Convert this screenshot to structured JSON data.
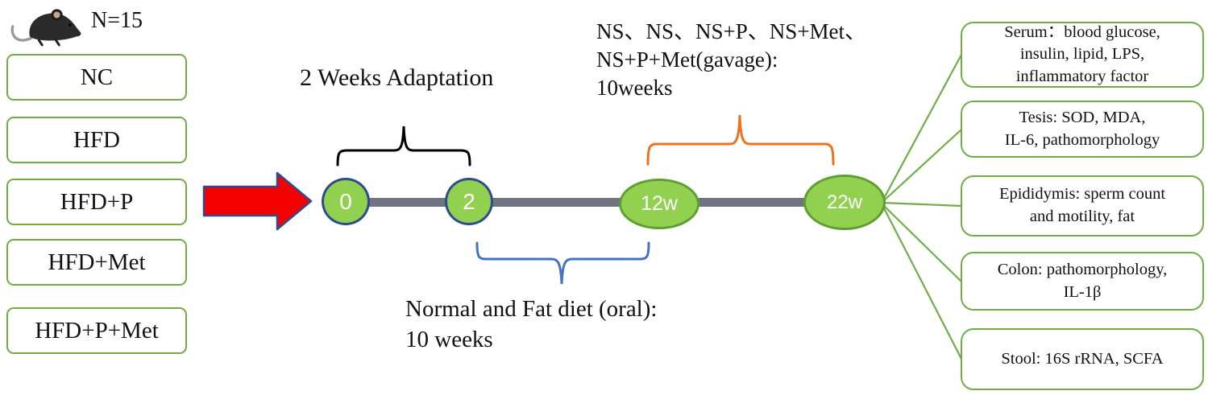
{
  "figure": {
    "sample_size": "N=15",
    "groups": [
      "NC",
      "HFD",
      "HFD+P",
      "HFD+Met",
      "HFD+P+Met"
    ],
    "timeline": {
      "nodes": [
        "0",
        "2",
        "12w",
        "22w"
      ],
      "adaptation_label": "2 Weeks Adaptation",
      "gavage_label": "NS、NS、NS+P、NS+Met、\nNS+P+Met(gavage):\n10weeks",
      "diet_label": "Normal and Fat diet (oral):\n10 weeks"
    },
    "outcomes": [
      "Serum：blood glucose,\ninsulin, lipid, LPS,\ninflammatory factor",
      "Tesis: SOD, MDA,\nIL-6, pathomorphology",
      "Epididymis: sperm count\nand motility, fat",
      "Colon: pathomorphology,\nIL-1β",
      "Stool: 16S rRNA, SCFA"
    ],
    "colors": {
      "node_fill": "#92d050",
      "node_circle_border": "#2e4b8f",
      "node_ellipse_border": "#5f9e33",
      "box_border": "#70ad47",
      "timeline_bar": "#6f7483",
      "arrow_fill": "#f40000",
      "arrow_border": "#2e4b8f",
      "brace_black": "#000000",
      "brace_orange": "#ed7220",
      "brace_blue": "#4472c4"
    }
  }
}
